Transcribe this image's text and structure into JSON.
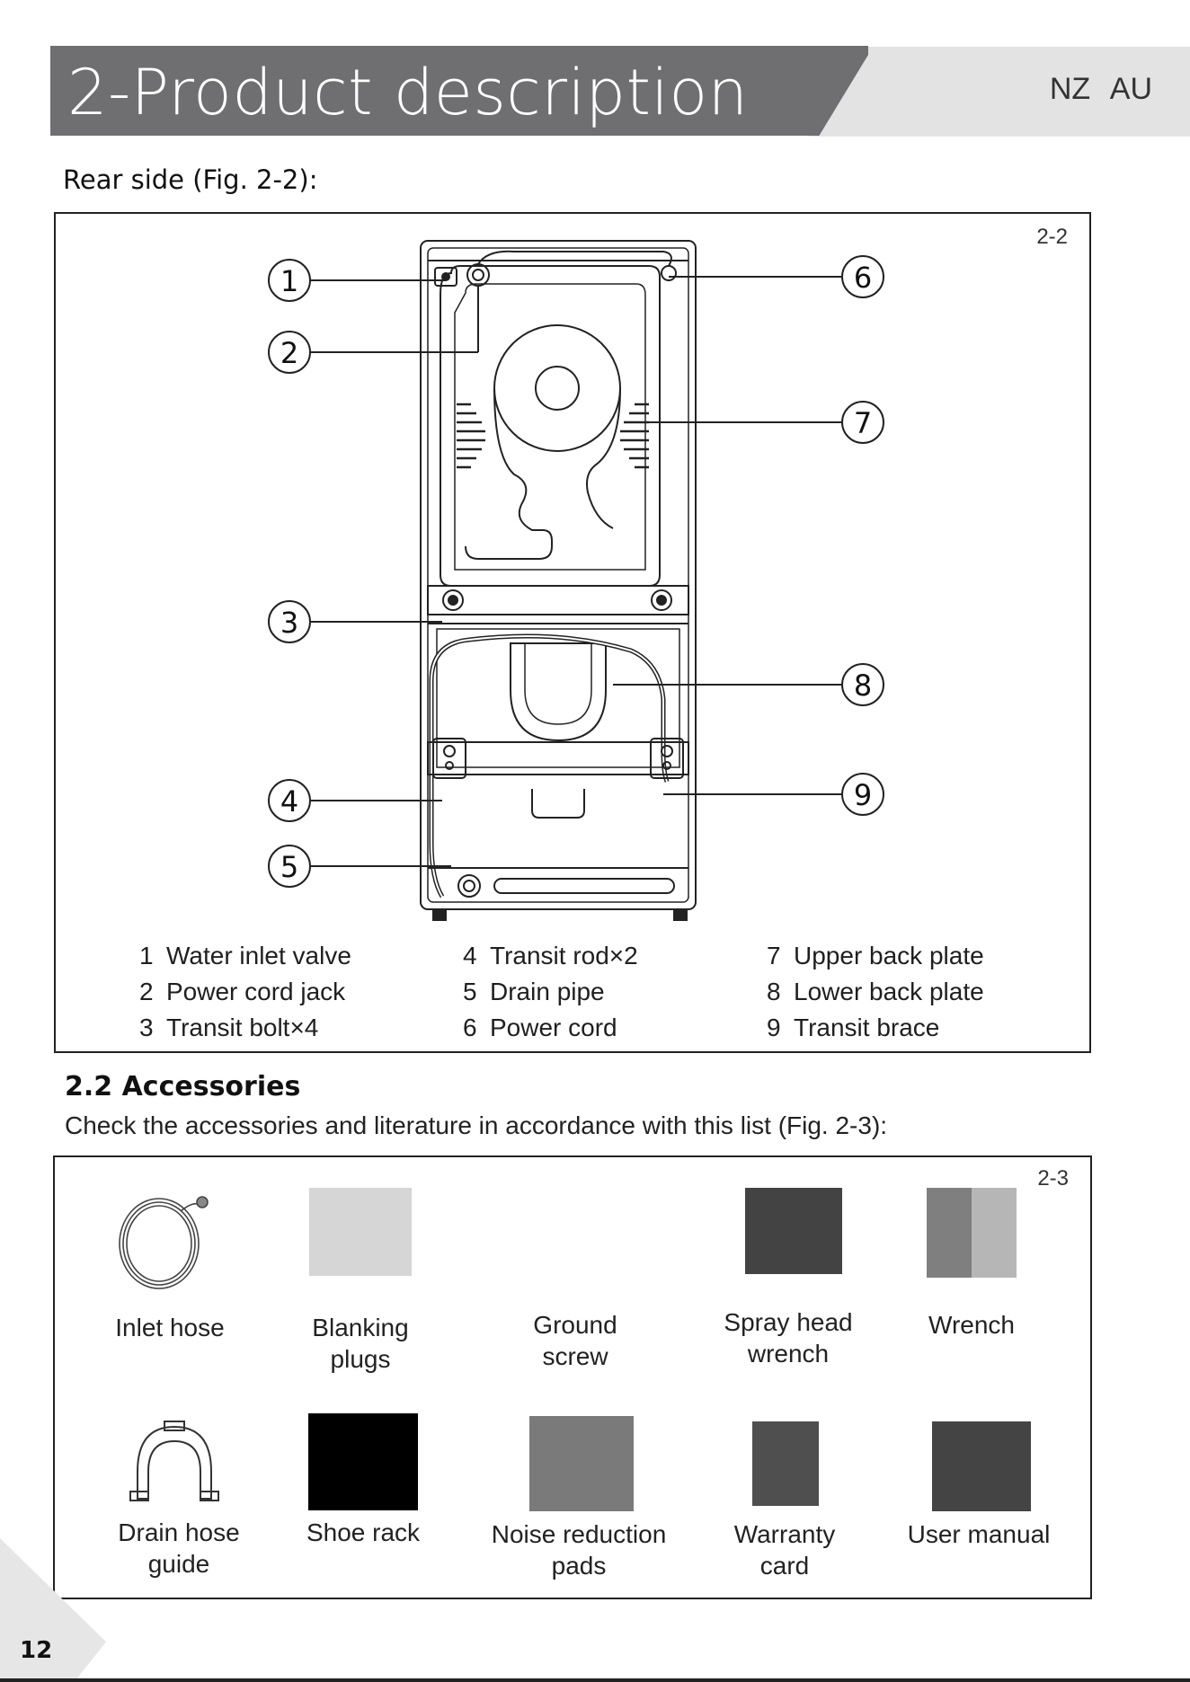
{
  "header": {
    "title": "2-Product description",
    "region": "NZ AU"
  },
  "rear_side": {
    "heading": "Rear side (Fig. 2-2):",
    "figure_id": "2-2",
    "callouts": [
      "1",
      "2",
      "3",
      "4",
      "5",
      "6",
      "7",
      "8",
      "9"
    ],
    "legend": [
      {
        "num": "1",
        "label": "Water inlet valve"
      },
      {
        "num": "2",
        "label": "Power cord jack"
      },
      {
        "num": "3",
        "label": "Transit bolt×4"
      },
      {
        "num": "4",
        "label": "Transit rod×2"
      },
      {
        "num": "5",
        "label": "Drain pipe"
      },
      {
        "num": "6",
        "label": "Power cord"
      },
      {
        "num": "7",
        "label": "Upper back plate"
      },
      {
        "num": "8",
        "label": "Lower back plate"
      },
      {
        "num": "9",
        "label": "Transit brace"
      }
    ]
  },
  "accessories": {
    "heading": "2.2 Accessories",
    "intro": "Check the accessories and literature in accordance with this list (Fig. 2-3):",
    "figure_id": "2-3",
    "items": [
      {
        "line1": "Inlet hose",
        "line2": "",
        "icon": "inlet-hose-icon"
      },
      {
        "line1": "Blanking",
        "line2": "plugs",
        "icon": "blanking-plugs-icon",
        "swatch": "#d6d6d6"
      },
      {
        "line1": "Ground",
        "line2": "screw",
        "icon": "ground-screw-icon"
      },
      {
        "line1": "Spray head",
        "line2": "wrench",
        "icon": "spray-head-wrench-icon",
        "swatch": "#434343"
      },
      {
        "line1": "Wrench",
        "line2": "",
        "icon": "wrench-icon",
        "swatch": "#7f7f7f",
        "swatch2": "#b6b6b6"
      },
      {
        "line1": "Drain hose",
        "line2": "guide",
        "icon": "drain-hose-guide-icon"
      },
      {
        "line1": "Shoe rack",
        "line2": "",
        "icon": "shoe-rack-icon",
        "swatch": "#000000"
      },
      {
        "line1": "Noise reduction",
        "line2": "pads",
        "icon": "noise-reduction-pads-icon",
        "swatch": "#7a7a7a"
      },
      {
        "line1": "Warranty",
        "line2": "card",
        "icon": "warranty-card-icon",
        "swatch": "#4f4f4f"
      },
      {
        "line1": "User manual",
        "line2": "",
        "icon": "user-manual-icon",
        "swatch": "#444444"
      }
    ]
  },
  "footer": {
    "page_number": "12"
  }
}
